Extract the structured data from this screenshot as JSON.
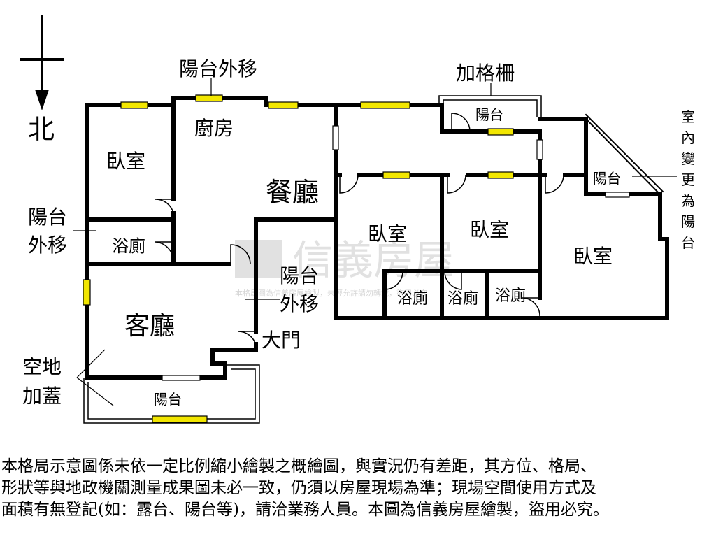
{
  "compass": {
    "north_label": "北"
  },
  "rooms": {
    "bedroom_nw": "臥室",
    "kitchen": "廚房",
    "dining": "餐廳",
    "bath_w": "浴廁",
    "living": "客廳",
    "bedroom_c1": "臥室",
    "bedroom_c2": "臥室",
    "bedroom_e": "臥室",
    "bath_c1": "浴廁",
    "bath_c2": "浴廁",
    "bath_c3": "浴廁",
    "balcony_top": "陽台",
    "balcony_e": "陽台",
    "balcony_bottom": "陽台",
    "main_door": "大門"
  },
  "annotations": {
    "balcony_moved_top": "陽台外移",
    "add_grille": "加格柵",
    "balcony_moved_left_1": "陽台",
    "balcony_moved_left_2": "外移",
    "balcony_moved_center_1": "陽台",
    "balcony_moved_center_2": "外移",
    "open_space_1": "空地",
    "open_space_2": "加蓋",
    "indoor_change": [
      "室",
      "內",
      "變",
      "更",
      "為",
      "陽",
      "台"
    ]
  },
  "watermark": {
    "brand": "信義房屋",
    "notice": "本格局圖為信義房屋繪製，未經允許請勿轉載，盜用必究"
  },
  "disclaimer": [
    "本格局示意圖係未依一定比例縮小繪製之概繪圖，與實況仍有差距，其方位、格局、",
    "形狀等與地政機關測量成果圖未必一致，仍須以房屋現場為準；現場空間使用方式及",
    "面積有無登記(如：露台、陽台等)，請洽業務人員。本圖為信義房屋繪製，盜用必究。"
  ],
  "colors": {
    "wall": "#000000",
    "window": "#f2e600",
    "background": "#ffffff",
    "watermark": "#c9c9c9"
  }
}
